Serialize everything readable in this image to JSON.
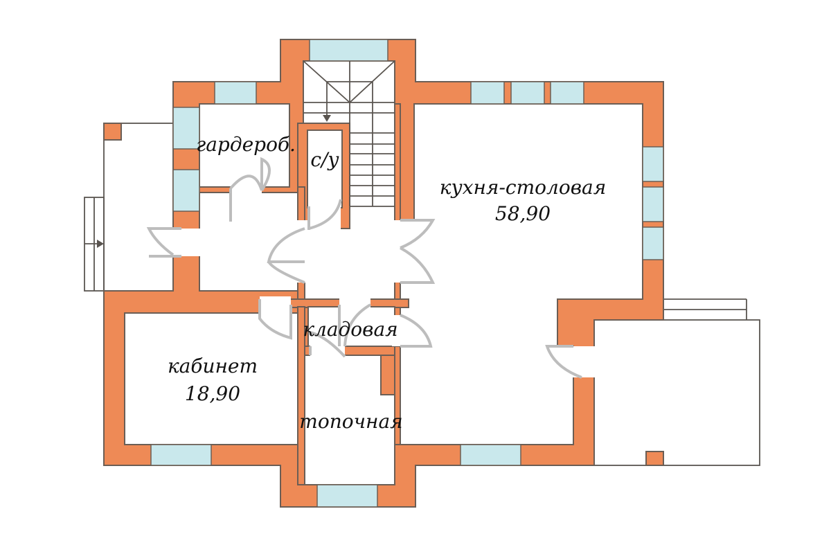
{
  "plan": {
    "colors": {
      "wall": "#EE8A56",
      "window": "#C9E8EC",
      "outline": "#6b5e55",
      "door": "#bdbdbd"
    },
    "rooms": [
      {
        "name": "гардероб.",
        "area": null
      },
      {
        "name": "с/у",
        "area": null
      },
      {
        "name": "кухня-столовая",
        "area": "58,90"
      },
      {
        "name": "кладовая",
        "area": null
      },
      {
        "name": "кабинет",
        "area": "18,90"
      },
      {
        "name": "топочная",
        "area": null
      }
    ]
  }
}
